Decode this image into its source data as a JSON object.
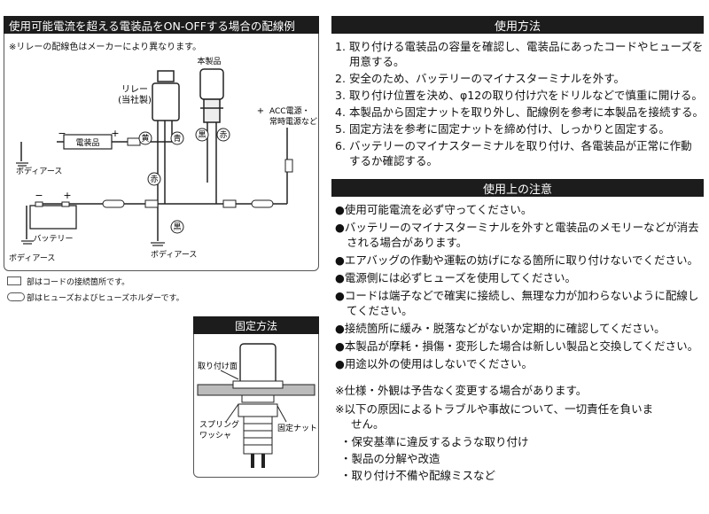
{
  "wiring": {
    "title": "使用可能電流を超える電装品をON-OFFする場合の配線例",
    "note": "※リレーの配線色はメーカーにより異なります。",
    "labels": {
      "relay": "リレー",
      "relay_sub": "(当社製)",
      "product": "本製品",
      "electrical": "電装品",
      "battery": "バッテリー",
      "body_earth": "ボディアース",
      "acc1": "ACC電源・",
      "acc2": "常時電源など",
      "yellow": "黄",
      "blue": "青",
      "black": "黒",
      "red": "赤",
      "plus": "+",
      "minus": "−"
    }
  },
  "legend": {
    "cord": "部はコードの接続箇所です。",
    "fuse": "部はヒューズおよびヒューズホルダーです。"
  },
  "fixing": {
    "title": "固定方法",
    "mount": "取り付け面",
    "spring1": "スプリング",
    "spring2": "ワッシャ",
    "nut": "固定ナット"
  },
  "usage": {
    "title": "使用方法",
    "steps": [
      {
        "num": "1.",
        "lines": [
          "取り付ける電装品の容量を確認し、電装品にあったコードやヒューズを",
          "用意する。"
        ]
      },
      {
        "num": "2.",
        "lines": [
          "安全のため、バッテリーのマイナスターミナルを外す。"
        ]
      },
      {
        "num": "3.",
        "lines": [
          "取り付け位置を決め、φ12の取り付け穴をドリルなどで慎重に開ける。"
        ]
      },
      {
        "num": "4.",
        "lines": [
          "本製品から固定ナットを取り外し、配線例を参考に本製品を接続する。"
        ]
      },
      {
        "num": "5.",
        "lines": [
          "固定方法を参考に固定ナットを締め付け、しっかりと固定する。"
        ]
      },
      {
        "num": "6.",
        "lines": [
          "バッテリーのマイナスターミナルを取り付け、各電装品が正常に作動",
          "するか確認する。"
        ]
      }
    ]
  },
  "caution": {
    "title": "使用上の注意",
    "bullet": "●",
    "items": [
      {
        "lines": [
          "使用可能電流を必ず守ってください。"
        ]
      },
      {
        "lines": [
          "バッテリーのマイナスターミナルを外すと電装品のメモリーなどが消去",
          "される場合があります。"
        ]
      },
      {
        "lines": [
          "エアバッグの作動や運転の妨げになる箇所に取り付けないでください。"
        ]
      },
      {
        "lines": [
          "電源側には必ずヒューズを使用してください。"
        ]
      },
      {
        "lines": [
          "コードは端子などで確実に接続し、無理な力が加わらないように配線し",
          "てください。"
        ]
      },
      {
        "lines": [
          "接続箇所に緩み・脱落などがないか定期的に確認してください。"
        ]
      },
      {
        "lines": [
          "本製品が摩耗・損傷・変形した場合は新しい製品と交換してください。"
        ]
      },
      {
        "lines": [
          "用途以外の使用はしないでください。"
        ]
      }
    ]
  },
  "notes": {
    "spec": "※仕様・外観は予告なく変更する場合があります。",
    "liability1": "※以下の原因によるトラブルや事故について、一切責任を負いま",
    "liability2": "せん。",
    "causes": [
      "・保安基準に違反するような取り付け",
      "・製品の分解や改造",
      "・取り付け不備や配線ミスなど"
    ]
  }
}
